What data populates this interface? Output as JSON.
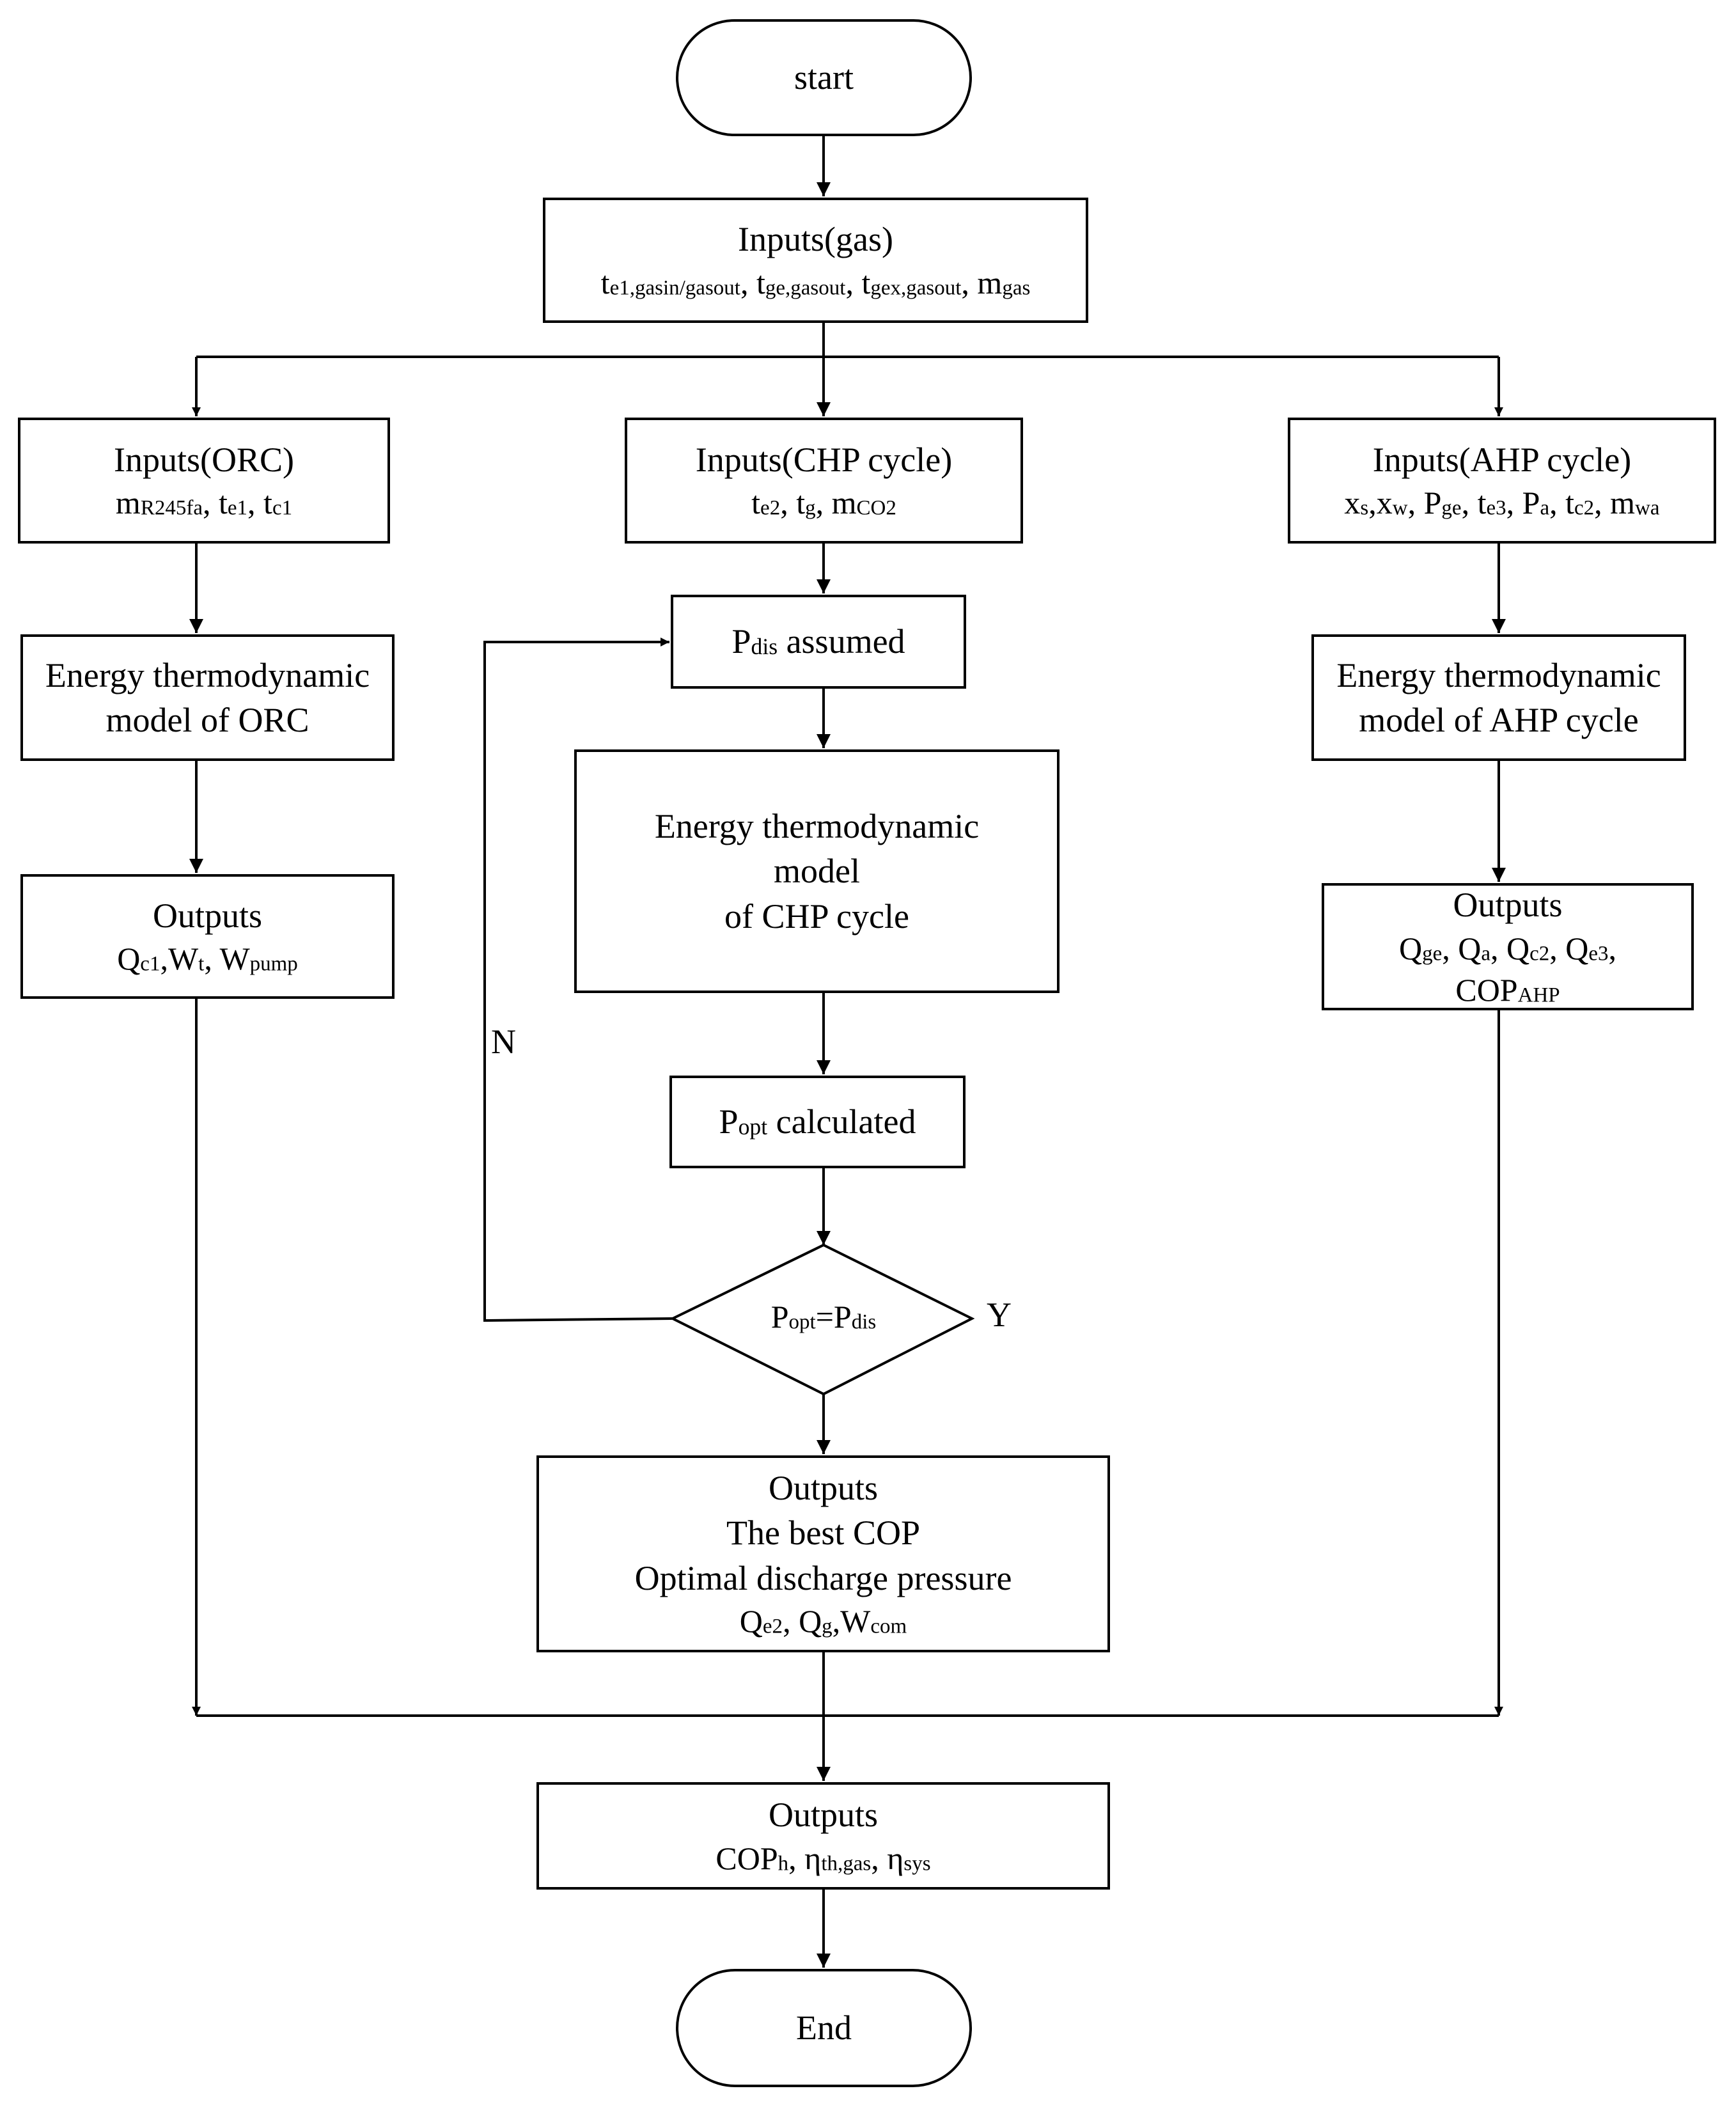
{
  "nodes": {
    "start": {
      "label": "start"
    },
    "inputs_gas": {
      "title": "Inputs(gas)",
      "vars": [
        {
          "b": "t",
          "s": "e1,gasin/gasout"
        },
        {
          "b": "t",
          "s": "ge,gasout"
        },
        {
          "b": "t",
          "s": "gex,gasout"
        },
        {
          "b": "m",
          "s": "gas"
        }
      ]
    },
    "inputs_orc": {
      "title": "Inputs(ORC)",
      "vars": [
        {
          "b": "m",
          "s": "R245fa"
        },
        {
          "b": "t",
          "s": "e1"
        },
        {
          "b": "t",
          "s": "c1"
        }
      ]
    },
    "inputs_chp": {
      "title": "Inputs(CHP cycle)",
      "vars": [
        {
          "b": "t",
          "s": "e2"
        },
        {
          "b": "t",
          "s": "g"
        },
        {
          "b": "m",
          "s": "CO2"
        }
      ]
    },
    "inputs_ahp": {
      "title": "Inputs(AHP cycle)",
      "vars": [
        {
          "b": "x",
          "s": "s"
        },
        {
          "b": "x",
          "s": "w"
        },
        {
          "b": "P",
          "s": "ge"
        },
        {
          "b": "t",
          "s": "e3"
        },
        {
          "b": "P",
          "s": "a"
        },
        {
          "b": "t",
          "s": "c2"
        },
        {
          "b": "m",
          "s": "wa"
        }
      ]
    },
    "model_orc": {
      "line1": "Energy thermodynamic",
      "line2": "model of ORC"
    },
    "model_ahp": {
      "line1": "Energy thermodynamic",
      "line2": "model of AHP cycle"
    },
    "model_chp": {
      "line1": "Energy thermodynamic",
      "line2": "model",
      "line3": "of CHP cycle"
    },
    "pdis_assumed": {
      "b": "P",
      "s": "dis",
      "text": " assumed"
    },
    "popt_calculated": {
      "b": "P",
      "s": "opt",
      "text": " calculated"
    },
    "decision": {
      "b1": "P",
      "s1": "opt",
      "eq": "=",
      "b2": "P",
      "s2": "dis"
    },
    "outputs_orc": {
      "title": "Outputs",
      "vars": [
        {
          "b": "Q",
          "s": "c1"
        },
        {
          "b": "W",
          "s": "t"
        },
        {
          "b": "W",
          "s": "pump"
        }
      ]
    },
    "outputs_ahp": {
      "title": "Outputs",
      "vars": [
        {
          "b": "Q",
          "s": "ge"
        },
        {
          "b": "Q",
          "s": "a"
        },
        {
          "b": "Q",
          "s": "c2"
        },
        {
          "b": "Q",
          "s": "e3"
        }
      ],
      "cop": {
        "b": "COP",
        "s": "AHP"
      }
    },
    "outputs_chp": {
      "title": "Outputs",
      "line2": "The best COP",
      "line3": "Optimal discharge pressure",
      "vars": [
        {
          "b": "Q",
          "s": "e2"
        },
        {
          "b": "Q",
          "s": "g"
        },
        {
          "b": "W",
          "s": "com"
        }
      ]
    },
    "outputs_final": {
      "title": "Outputs",
      "vars": [
        {
          "b": "COP",
          "s": "h"
        },
        {
          "b": "η",
          "s": "th,gas"
        },
        {
          "b": "η",
          "s": "sys"
        }
      ]
    },
    "end": {
      "label": "End"
    }
  },
  "branch_labels": {
    "no": "N",
    "yes": "Y"
  }
}
